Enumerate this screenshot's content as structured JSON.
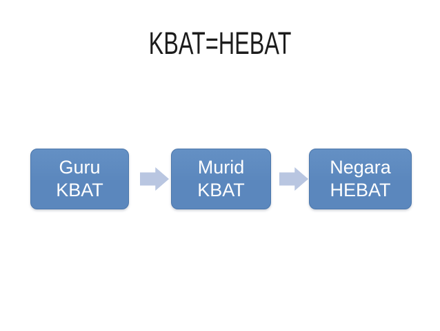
{
  "slide": {
    "title": "KBAT=HEBAT",
    "process": {
      "steps": [
        {
          "line1": "Guru",
          "line2": "KBAT"
        },
        {
          "line1": "Murid",
          "line2": "KBAT"
        },
        {
          "line1": "Negara",
          "line2": "HEBAT"
        }
      ],
      "arrow_icon": "right-block-arrow"
    },
    "colors": {
      "background": "#ffffff",
      "title_text": "#1c1c1c",
      "box_fill": "#5b87bd",
      "box_fill_light": "#6490c4",
      "box_border": "#4b76aa",
      "box_text": "#ffffff",
      "arrow_fill": "#b9c6e1"
    }
  }
}
